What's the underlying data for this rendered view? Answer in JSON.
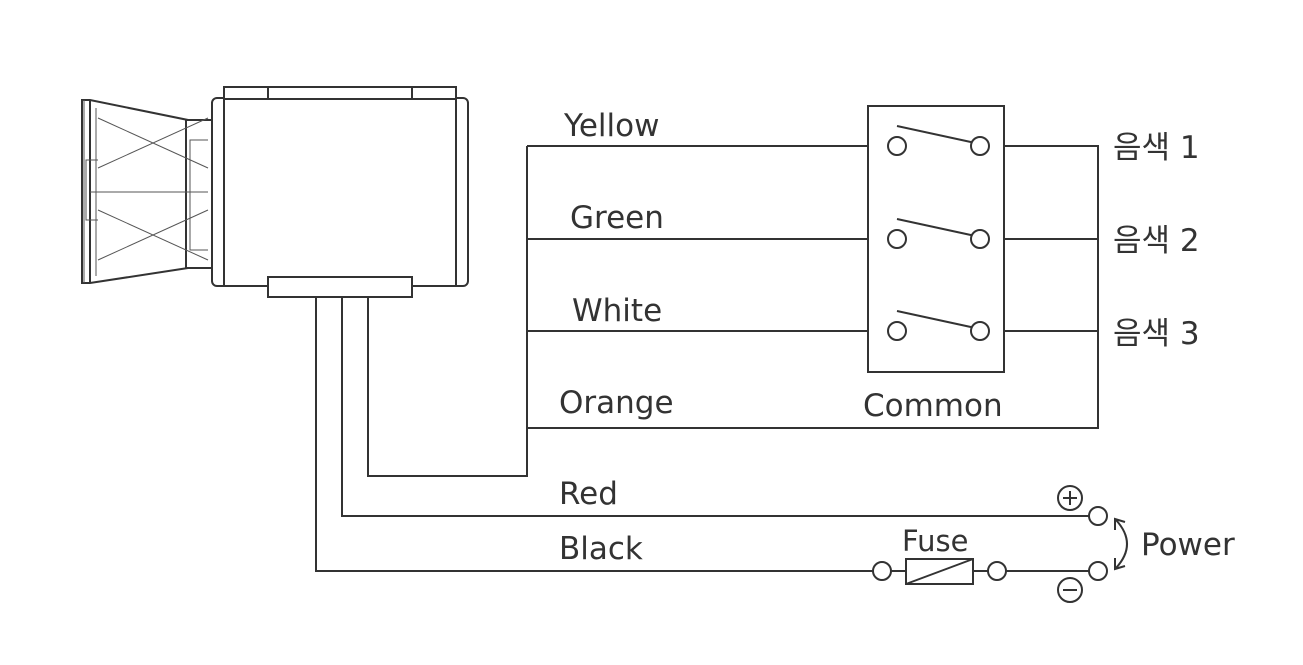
{
  "wires": {
    "yellow": "Yellow",
    "green": "Green",
    "white": "White",
    "orange": "Orange",
    "red": "Red",
    "black": "Black"
  },
  "outputs": {
    "tone1": "음색 1",
    "tone2": "음색 2",
    "tone3": "음색 3"
  },
  "switch_block": {
    "label": "Common"
  },
  "power": {
    "label": "Power",
    "plus": "+",
    "minus": "−"
  },
  "fuse": {
    "label": "Fuse"
  },
  "colors": {
    "line": "#333333",
    "background": "#ffffff"
  }
}
